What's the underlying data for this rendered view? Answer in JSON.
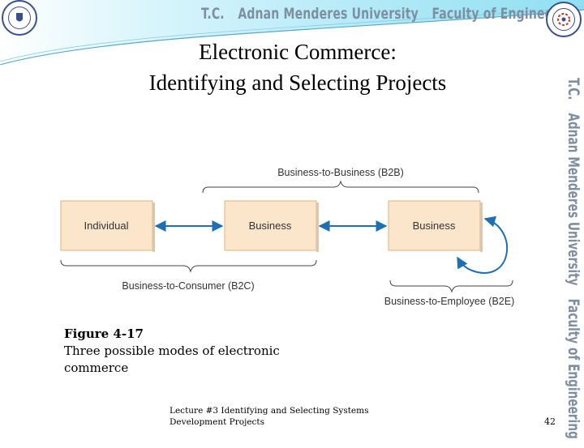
{
  "header": {
    "parts": [
      "T.C.",
      "Adnan Menderes University",
      "Faculty of Engineering"
    ],
    "band_color": "#9fe3f4",
    "text_color": "#7d8fa0"
  },
  "side_banner": {
    "parts": [
      "T.C.",
      "Adnan Menderes University",
      "Faculty of Engineering"
    ]
  },
  "slide": {
    "title_line1": "Electronic Commerce:",
    "title_line2": "Identifying and Selecting Projects"
  },
  "diagram": {
    "boxes": [
      "Individual",
      "Business",
      "Business"
    ],
    "b2b_label": "Business-to-Business (B2B)",
    "b2c_label": "Business-to-Consumer (B2C)",
    "b2e_label": "Business-to-Employee (B2E)",
    "box_fill": "#fbe6cc",
    "box_border": "#e0b27d",
    "arrow_color": "#1f6fb5"
  },
  "caption": {
    "figure_label": "Figure 4-17",
    "text": "Three possible modes of electronic commerce"
  },
  "footer": {
    "lecture": "Lecture #3 Identifying and Selecting Systems Development Projects",
    "page_number": "42"
  },
  "icons": [
    "university-seal-icon",
    "engineering-faculty-seal-icon"
  ]
}
